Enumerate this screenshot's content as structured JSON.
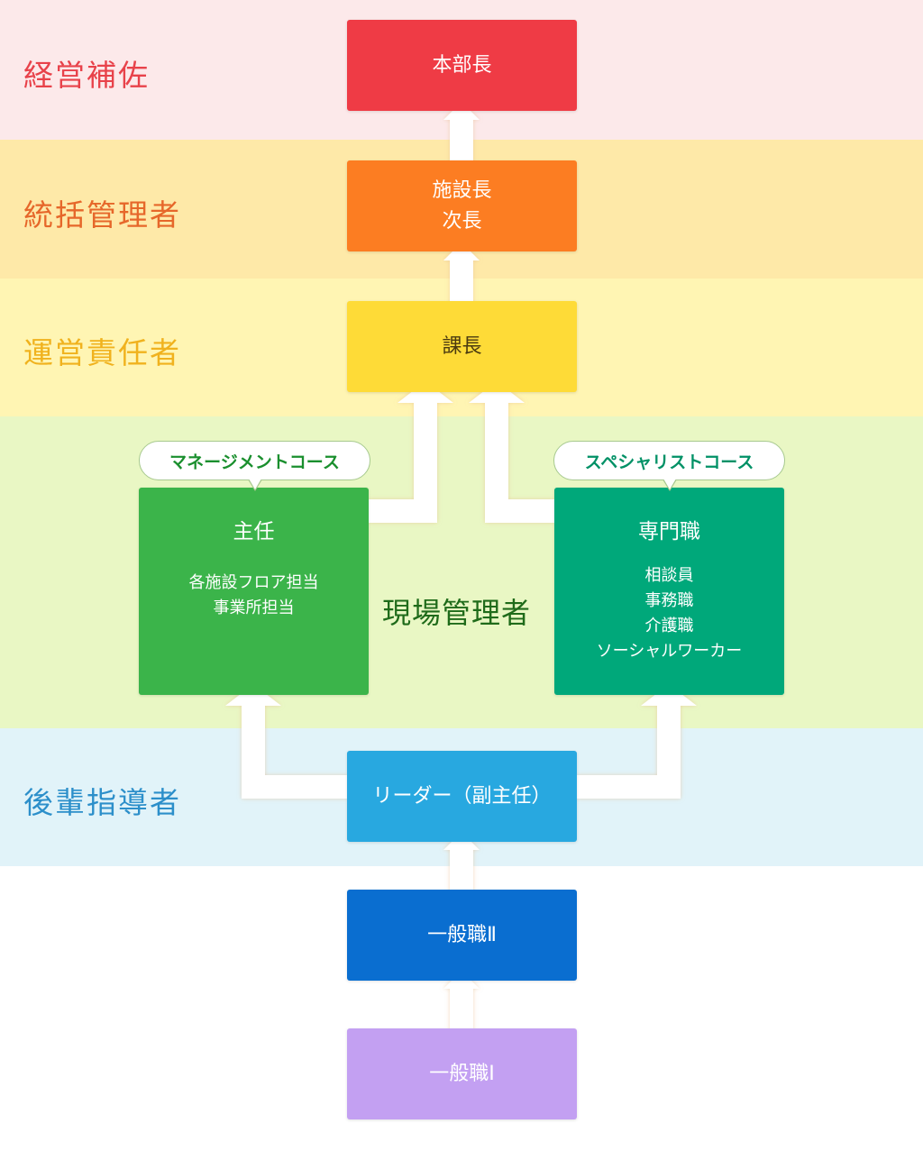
{
  "bands": [
    {
      "label": "経営補佐",
      "bg": "#fce9ea",
      "color": "#e8424a"
    },
    {
      "label": "統括管理者",
      "bg": "#fee9a8",
      "color": "#e6672a"
    },
    {
      "label": "運営責任者",
      "bg": "#fff5b3",
      "color": "#f0b21e"
    },
    {
      "label": "",
      "bg": "#e9f7c4",
      "color": "#3a8a2b"
    },
    {
      "label": "後輩指導者",
      "bg": "#e1f3f9",
      "color": "#2c8fca"
    }
  ],
  "center_label": {
    "text": "現場管理者",
    "color": "#1f6b1a"
  },
  "boxes": {
    "honbucho": {
      "lines": [
        "本部長"
      ],
      "bg": "#ef3b45"
    },
    "shisetsucho": {
      "lines": [
        "施設長",
        "次長"
      ],
      "bg": "#fc7d22"
    },
    "kacho": {
      "lines": [
        "課長"
      ],
      "bg": "#fedb37",
      "text_color": "#4a3a10"
    },
    "shunin": {
      "title": "主任",
      "subs": [
        "各施設フロア担当",
        "事業所担当"
      ],
      "bg": "#3bb44a"
    },
    "senmon": {
      "title": "専門職",
      "subs": [
        "相談員",
        "事務職",
        "介護職",
        "ソーシャルワーカー"
      ],
      "bg": "#00a87a"
    },
    "leader": {
      "lines": [
        "リーダー（副主任）"
      ],
      "bg": "#28a8e0"
    },
    "ippan2": {
      "lines": [
        "一般職Ⅱ"
      ],
      "bg": "#0a6ed0"
    },
    "ippan1": {
      "lines": [
        "一般職Ⅰ"
      ],
      "bg": "#c3a0f2"
    }
  },
  "courses": {
    "management": {
      "label": "マネージメントコース",
      "color": "#1a8f2e"
    },
    "specialist": {
      "label": "スペシャリストコース",
      "color": "#009166"
    }
  },
  "arrow_color": "#ffffff"
}
